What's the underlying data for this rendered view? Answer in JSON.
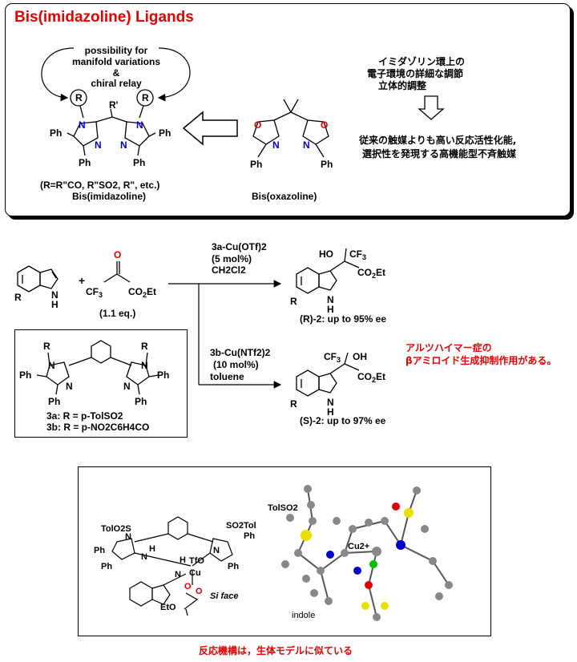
{
  "header": {
    "title": "Bis(imidazoline) Ligands"
  },
  "top": {
    "annotation_l1": "possibility for",
    "annotation_l2": "manifold variations",
    "annotation_l3": "&",
    "annotation_l4": "chiral relay",
    "substituent_note": "(R=R\"CO, R\"SO2, R\", etc.)",
    "left_caption": "Bis(imidazoline)",
    "right_caption": "Bis(oxazoline)",
    "jp_l1": "イミダゾリン環上の",
    "jp_l2": "電子環境の詳細な調節",
    "jp_l3": "立体的調整",
    "jp_l4": "従来の触媒よりも高い反応活性化能,",
    "jp_l5": "選択性を発現する高機能型不斉触媒"
  },
  "reaction": {
    "plus": "+",
    "equiv": "(1.1 eq.)",
    "upper_cond1": "3a-Cu(OTf)2",
    "upper_cond2": "(5 mol%)",
    "upper_cond3": "CH2Cl2",
    "upper_product": "(R)-2: up to 95% ee",
    "lower_cond1": "3b-Cu(NTf2)2",
    "lower_cond2": "(10 mol%)",
    "lower_cond3": "toluene",
    "lower_product": "(S)-2: up to 97% ee",
    "catalyst_3a": "3a:  R = p-TolSO2",
    "catalyst_3b": "3b:  R = p-NO2C6H4CO",
    "jp_note1": "アルツハイマー症の",
    "jp_note2": "βアミロイド生成抑制作用がある。"
  },
  "mechanism": {
    "tol_left": "TolO2S",
    "tol_right": "SO2Tol",
    "tfo": "TfO",
    "si_face": "Si face",
    "etO": "EtO",
    "model_tol": "TolSO2",
    "indole": "indole",
    "cu": "Cu2+",
    "footer": "反応機構は，生体モデルに似ている"
  },
  "colors": {
    "title_red": "#e60000",
    "nitrogen_blue": "#0000cc",
    "sulfur_yellow": "#e8e000",
    "fluorine_green": "#00c000",
    "oxygen_red": "#e00000",
    "carbon_gray": "#808080"
  }
}
